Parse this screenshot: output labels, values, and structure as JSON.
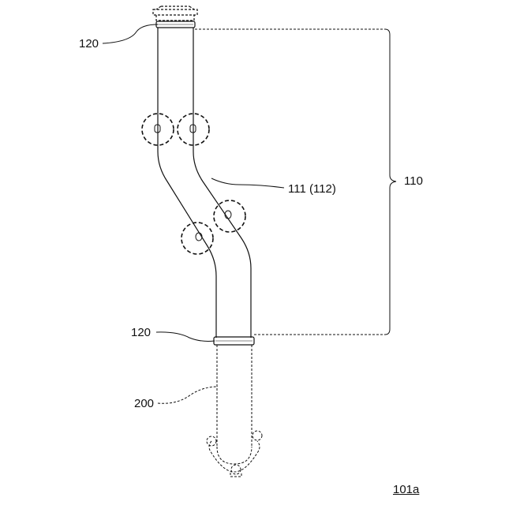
{
  "labels": {
    "connector_top": "120",
    "connector_bottom": "120",
    "pipe_body": "111 (112)",
    "pipe_section": "110",
    "drain_pipe": "200",
    "figure_ref": "101a"
  },
  "colors": {
    "line": "#111111",
    "background": "#ffffff"
  }
}
